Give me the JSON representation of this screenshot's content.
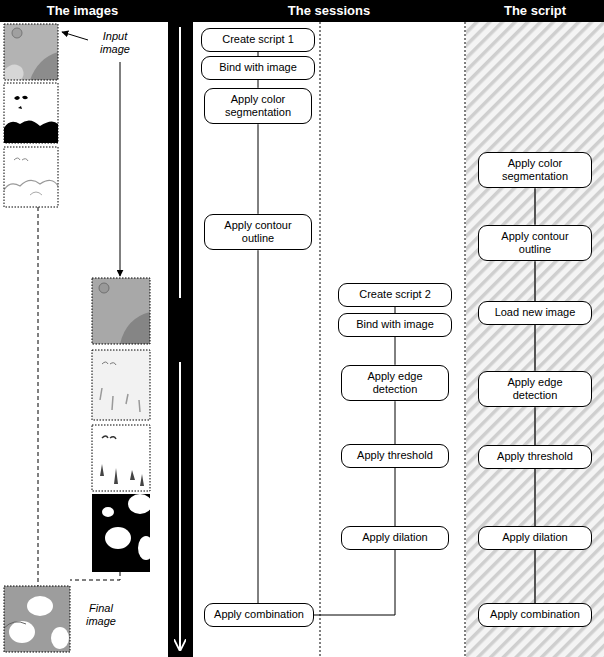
{
  "diagram": {
    "nodes": [
      {
        "text": [
          "Create script 1"
        ]
      },
      {
        "text": [
          "Bind with image"
        ]
      },
      {
        "text": [
          "Apply color segmentation"
        ]
      },
      {
        "text": [
          "Apply contour outline"
        ]
      },
      {
        "text": [
          "Create script 2"
        ]
      },
      {
        "text": [
          "Bind with image"
        ]
      },
      {
        "text": [
          "Apply edge detection"
        ]
      },
      {
        "text": [
          "Apply threshold"
        ]
      },
      {
        "text": [
          "Apply dilation"
        ]
      },
      {
        "text": [
          "Apply combination"
        ]
      },
      {
        "text": [
          "Apply color segmentation"
        ]
      },
      {
        "text": [
          "Apply contour outline"
        ]
      },
      {
        "text": [
          "Load new image"
        ]
      },
      {
        "text": [
          "Apply edge detection"
        ]
      },
      {
        "text": [
          "Apply threshold"
        ]
      },
      {
        "text": [
          "Apply dilation"
        ]
      },
      {
        "text": [
          "Apply combination"
        ]
      }
    ],
    "edges": [
      {
        "from": 0,
        "to": 1,
        "arrow": "none"
      },
      {
        "from": 1,
        "to": 2,
        "arrow": "none"
      },
      {
        "from": 2,
        "to": 3,
        "arrow": "none"
      },
      {
        "from": 3,
        "to": 9,
        "arrow": "none"
      },
      {
        "from": 4,
        "to": 5,
        "arrow": "none"
      },
      {
        "from": 5,
        "to": 6,
        "arrow": "none"
      },
      {
        "from": 6,
        "to": 7,
        "arrow": "none"
      },
      {
        "from": 7,
        "to": 8,
        "arrow": "none"
      },
      {
        "from": 8,
        "to": 9,
        "arrow": "none"
      },
      {
        "from": 10,
        "to": 11,
        "arrow": "none"
      },
      {
        "from": 11,
        "to": 12,
        "arrow": "none"
      },
      {
        "from": 12,
        "to": 13,
        "arrow": "none"
      },
      {
        "from": 13,
        "to": 14,
        "arrow": "none"
      },
      {
        "from": 14,
        "to": 15,
        "arrow": "none"
      },
      {
        "from": 15,
        "to": 16,
        "arrow": "none"
      }
    ],
    "labels": [
      "The images",
      "The sessions",
      "The script",
      "Input image",
      "Final image"
    ]
  }
}
